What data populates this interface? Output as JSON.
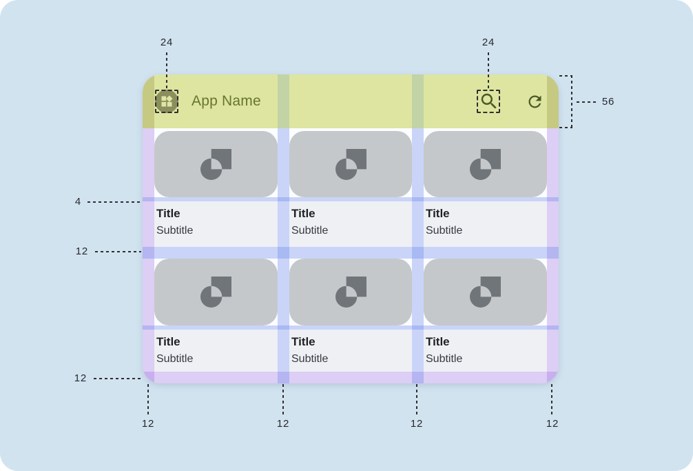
{
  "appbar": {
    "title": "App Name",
    "leading_icon": "widgets-icon",
    "action_icons": [
      "search-icon",
      "refresh-icon"
    ],
    "background_highlight": "#dde5a0",
    "title_color": "#68752f"
  },
  "cards": [
    {
      "title": "Title",
      "subtitle": "Subtitle"
    },
    {
      "title": "Title",
      "subtitle": "Subtitle"
    },
    {
      "title": "Title",
      "subtitle": "Subtitle"
    },
    {
      "title": "Title",
      "subtitle": "Subtitle"
    },
    {
      "title": "Title",
      "subtitle": "Subtitle"
    },
    {
      "title": "Title",
      "subtitle": "Subtitle"
    }
  ],
  "annotations": {
    "leading_icon_size": "24",
    "action_icon_size": "24",
    "appbar_height": "56",
    "image_text_gap": "4",
    "row_gap": "12",
    "bottom_margin": "12",
    "column_spacings": [
      "12",
      "12",
      "12",
      "12"
    ]
  },
  "colors": {
    "page_background": "#d2e3f0",
    "surface": "#fbfdff",
    "appbar_highlight": "#dde5a0",
    "margin_overlay_purple": "rgba(163,117,226,0.35)",
    "gutter_overlay_blue": "rgba(100,130,235,0.33)",
    "card_image_placeholder": "#c5c8cb",
    "card_text_background": "#eef0f4",
    "annotation_text": "#26282b"
  }
}
